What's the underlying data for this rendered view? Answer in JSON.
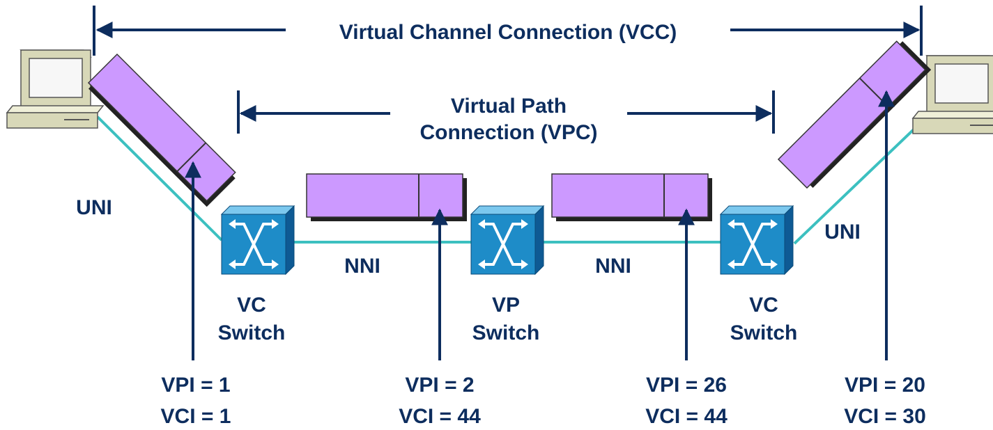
{
  "vcc_label": "Virtual Channel Connection (VCC)",
  "vpc_label": {
    "line1": "Virtual Path",
    "line2": "Connection (VPC)"
  },
  "interfaces": {
    "uni_left": "UNI",
    "uni_right": "UNI",
    "nni_left": "NNI",
    "nni_right": "NNI"
  },
  "switches": [
    {
      "line1": "VC",
      "line2": "Switch"
    },
    {
      "line1": "VP",
      "line2": "Switch"
    },
    {
      "line1": "VC",
      "line2": "Switch"
    }
  ],
  "ids": [
    {
      "vpi": "VPI = 1",
      "vci": "VCI = 1"
    },
    {
      "vpi": "VPI = 2",
      "vci": "VCI = 44"
    },
    {
      "vpi": "VPI = 26",
      "vci": "VCI = 44"
    },
    {
      "vpi": "VPI = 20",
      "vci": "VCI = 30"
    }
  ],
  "colors": {
    "arrow": "#0d2d5e",
    "text": "#0d2d5e",
    "link": "#3cc0c0",
    "cell": "#cc99ff",
    "switch": "#1e8cc8",
    "computer": "#d8d8b8"
  },
  "icons": [
    "computer-icon",
    "atm-switch-icon",
    "atm-cell-icon"
  ]
}
